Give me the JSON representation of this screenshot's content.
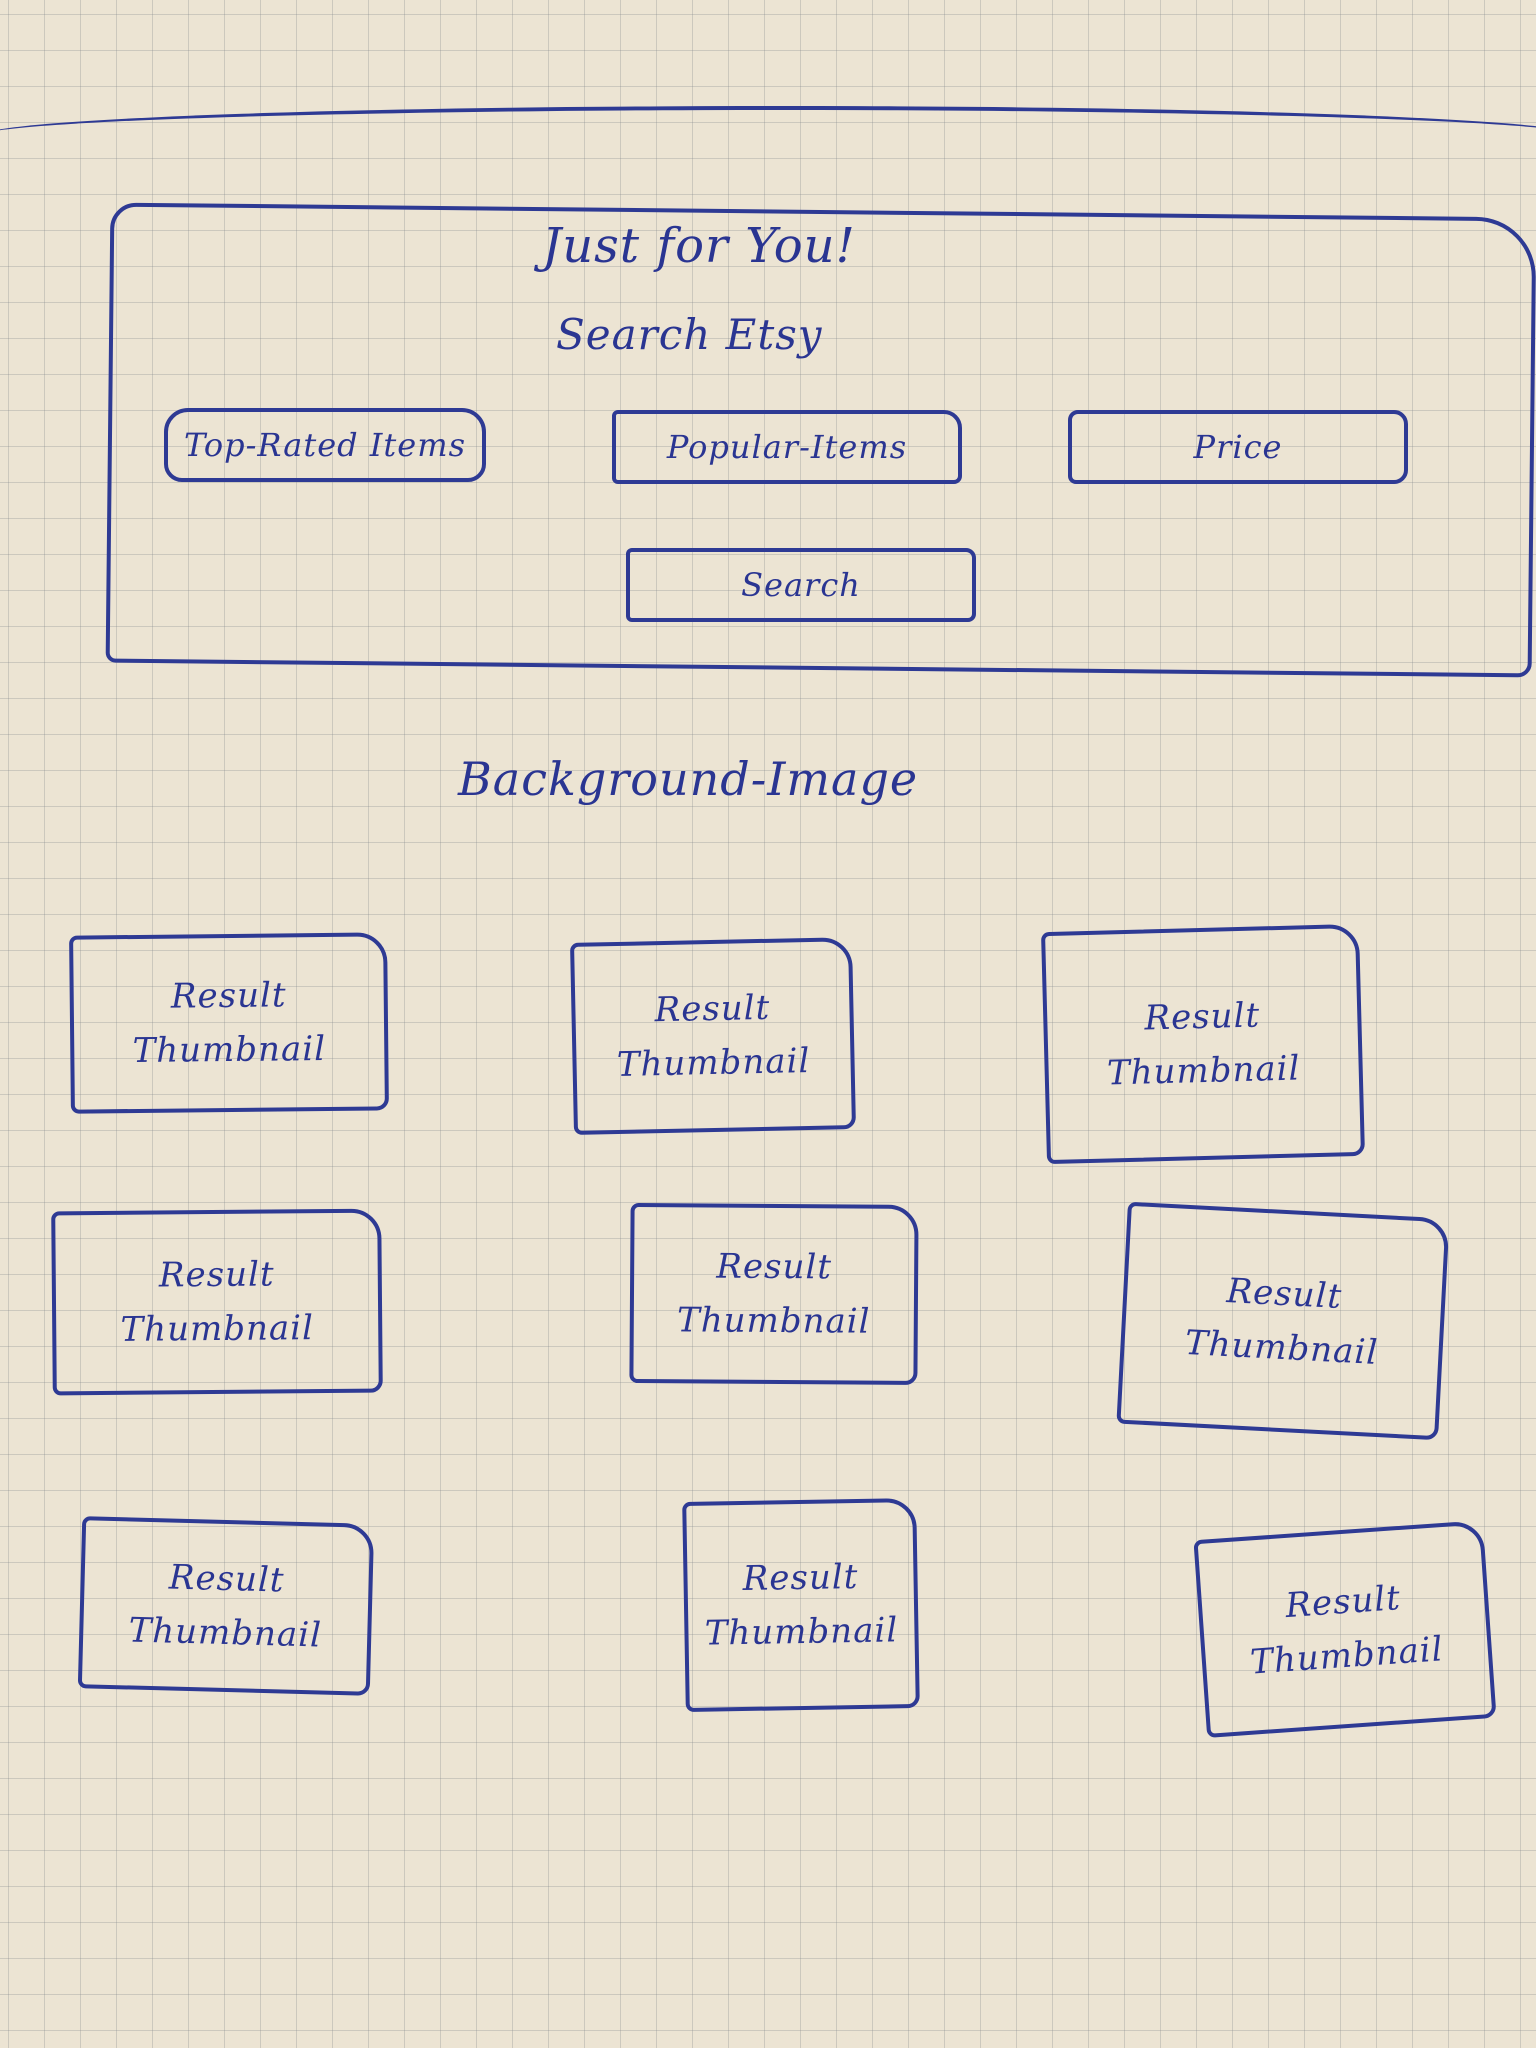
{
  "header": {
    "title": "Just for You!",
    "subtitle": "Search Etsy"
  },
  "filters": {
    "top_rated_label": "Top-Rated Items",
    "popular_label": "Popular-Items",
    "price_label": "Price",
    "search_label": "Search"
  },
  "background": {
    "label": "Background-Image"
  },
  "results": [
    {
      "label": "Result\nThumbnail"
    },
    {
      "label": "Result\nThumbnail"
    },
    {
      "label": "Result\nThumbnail"
    },
    {
      "label": "Result\nThumbnail"
    },
    {
      "label": "Result\nThumbnail"
    },
    {
      "label": "Result\nThumbnail"
    },
    {
      "label": "Result\nThumbnail"
    },
    {
      "label": "Result\nThumbnail"
    },
    {
      "label": "Result\nThumbnail"
    }
  ],
  "colors": {
    "ink": "#2e3a94",
    "paper": "#ece4d3",
    "grid": "#82878c"
  }
}
